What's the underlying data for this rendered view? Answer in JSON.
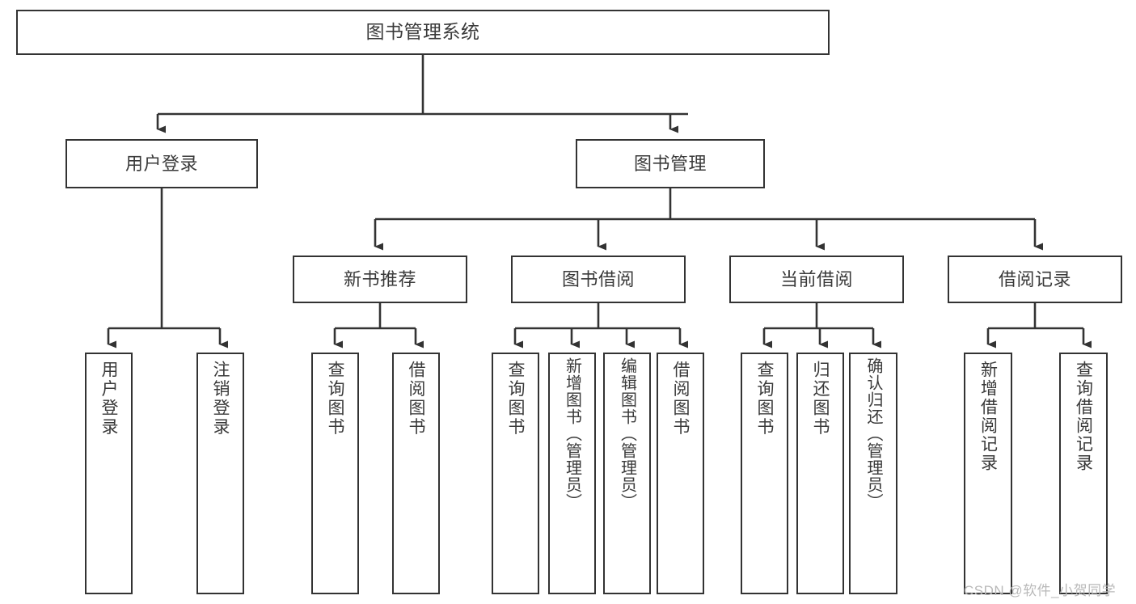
{
  "diagram": {
    "title": "图书管理系统",
    "type": "hierarchy-tree",
    "line_color": "#333333",
    "text_color": "#3a3a3a",
    "background": "#ffffff",
    "watermark": "CSDN @软件_小贺同学"
  },
  "nodes": {
    "root": {
      "label": "图书管理系统"
    },
    "level1": [
      {
        "id": "user-login",
        "label": "用户登录"
      },
      {
        "id": "book-manage",
        "label": "图书管理"
      }
    ],
    "level2": [
      {
        "id": "new-book-recommend",
        "label": "新书推荐"
      },
      {
        "id": "book-borrow",
        "label": "图书借阅"
      },
      {
        "id": "current-borrow",
        "label": "当前借阅"
      },
      {
        "id": "borrow-record",
        "label": "借阅记录"
      }
    ],
    "leaves": {
      "user-login": [
        {
          "id": "leaf-user-login",
          "label": "用户登录"
        },
        {
          "id": "leaf-logout-login",
          "label": "注销登录"
        }
      ],
      "new-book-recommend": [
        {
          "id": "leaf-query-book-1",
          "label": "查询图书"
        },
        {
          "id": "leaf-borrow-book-1",
          "label": "借阅图书"
        }
      ],
      "book-borrow": [
        {
          "id": "leaf-query-book-2",
          "label": "查询图书"
        },
        {
          "id": "leaf-add-book",
          "label": "新增图书（管理员）"
        },
        {
          "id": "leaf-edit-book",
          "label": "编辑图书（管理员）"
        },
        {
          "id": "leaf-borrow-book-2",
          "label": "借阅图书"
        }
      ],
      "current-borrow": [
        {
          "id": "leaf-query-book-3",
          "label": "查询图书"
        },
        {
          "id": "leaf-return-book",
          "label": "归还图书"
        },
        {
          "id": "leaf-confirm-return",
          "label": "确认归还（管理员）"
        }
      ],
      "borrow-record": [
        {
          "id": "leaf-add-record",
          "label": "新增借阅记录"
        },
        {
          "id": "leaf-query-record",
          "label": "查询借阅记录"
        }
      ]
    }
  }
}
